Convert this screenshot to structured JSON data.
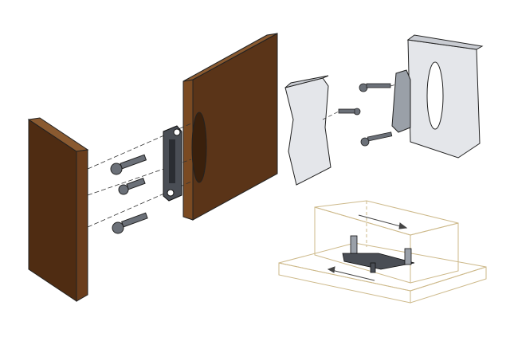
{
  "colors": {
    "background": "#ffffff",
    "wood_front": "#5a3418",
    "wood_side": "#7a4a22",
    "wood_top": "#8a5a30",
    "metal": "#4a4e55",
    "metal_light": "#9aa0a8",
    "gray_block": "#e4e6ea",
    "gray_block_shade": "#c9ccd2",
    "outline_beige": "#cdb98a",
    "outline_dark": "#222222"
  },
  "panels": [
    {
      "name": "wood-assembly",
      "icon": "wood-panel-bracket-exploded"
    },
    {
      "name": "gray-assembly",
      "icon": "gray-panel-bracket-exploded"
    },
    {
      "name": "transparent-assembly",
      "icon": "bracket-slide-schematic"
    }
  ]
}
